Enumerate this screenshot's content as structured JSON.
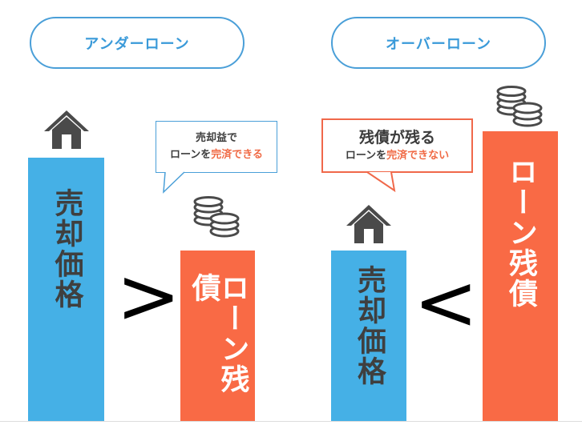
{
  "left": {
    "heading": "アンダーローン",
    "sale_price": "売却価格",
    "loan_balance": "ローン残債",
    "comparison": ">",
    "bubble": {
      "line1": "売却益で",
      "line2_prefix": "ローンを",
      "line2_accent": "完済できる"
    }
  },
  "right": {
    "heading": "オーバーローン",
    "sale_price": "売却価格",
    "loan_balance": "ローン残債",
    "comparison": "<",
    "bubble": {
      "line1": "残債が残る",
      "line2_prefix": "ローンを",
      "line2_accent": "完済できない"
    }
  },
  "colors": {
    "blue": "#45b0e6",
    "orange": "#f96a45",
    "pill_border": "#4a9fd8",
    "icon_gray": "#4a4a4a"
  },
  "icons": [
    "house-icon",
    "coins-icon"
  ]
}
